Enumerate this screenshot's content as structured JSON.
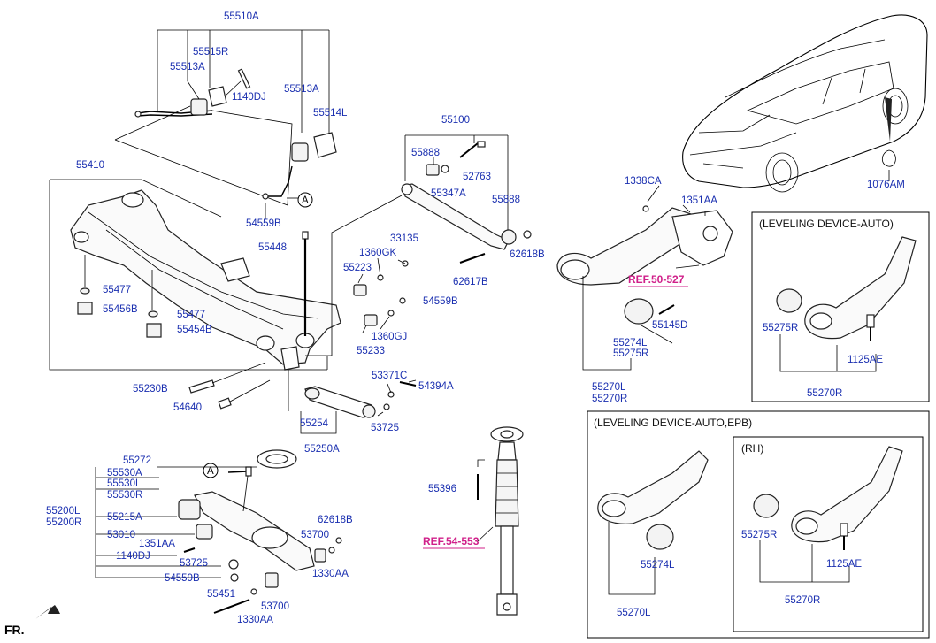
{
  "labels": {
    "l55510A": "55510A",
    "l55515R": "55515R",
    "l55513A_a": "55513A",
    "l1140DJ_a": "1140DJ",
    "l55513A_b": "55513A",
    "l55514L": "55514L",
    "l55410": "55410",
    "l55559B_a": "54559B",
    "l55448": "55448",
    "l55477_a": "55477",
    "l55456B": "55456B",
    "l55477_b": "55477",
    "l55454B": "55454B",
    "l55100": "55100",
    "l55888_a": "55888",
    "l52763": "52763",
    "l55347A": "55347A",
    "l55888_b": "55888",
    "l62618B_a": "62618B",
    "l33135": "33135",
    "l1360GK": "1360GK",
    "l55223": "55223",
    "l62617B": "62617B",
    "l54559B_b": "54559B",
    "l1360GJ": "1360GJ",
    "l55233": "55233",
    "l55230B": "55230B",
    "l54640": "54640",
    "l53371C": "53371C",
    "l54394A": "54394A",
    "l55254": "55254",
    "l53725_a": "53725",
    "l55250A": "55250A",
    "l55272": "55272",
    "l55530A": "55530A",
    "l55530L": "55530L",
    "l55530R": "55530R",
    "l55200L": "55200L",
    "l55200R": "55200R",
    "l55215A": "55215A",
    "l53010": "53010",
    "l1351AA_a": "1351AA",
    "l1140DJ_b": "1140DJ",
    "l53725_b": "53725",
    "l54559B_c": "54559B",
    "l55451": "55451",
    "l1330AA_a": "1330AA",
    "l53700_a": "53700",
    "l62618B_b": "62618B",
    "l53700_b": "53700",
    "l1330AA_b": "1330AA",
    "l55396": "55396",
    "l1338CA": "1338CA",
    "l1351AA_b": "1351AA",
    "l55274L_a": "55274L",
    "l55275R_a": "55275R",
    "l55145D": "55145D",
    "l55270L_a": "55270L",
    "l55270R_a": "55270R",
    "l1076AM": "1076AM",
    "l55275R_b": "55275R",
    "l1125AE_a": "1125AE",
    "l55270R_b": "55270R",
    "l55274L_b": "55274L",
    "l55270L_b": "55270L",
    "l55275R_c": "55275R",
    "l1125AE_b": "1125AE",
    "l55270R_c": "55270R",
    "callout_a1": "A",
    "callout_a2": "A"
  },
  "refs": {
    "ref1": "REF.50-527",
    "ref2": "REF.54-553"
  },
  "boxes": {
    "leveling_auto": "(LEVELING DEVICE-AUTO)",
    "leveling_auto_epb": "(LEVELING DEVICE-AUTO,EPB)",
    "rh": "(RH)"
  },
  "orientation": {
    "label": "FR."
  }
}
